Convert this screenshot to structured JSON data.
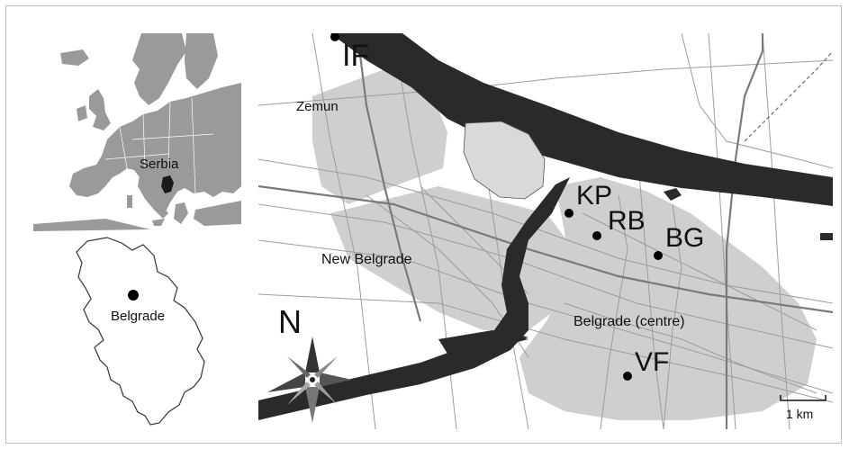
{
  "europe_map": {
    "country_label": "Serbia",
    "colors": {
      "land": "#9a9a9a",
      "sea": "#ffffff",
      "highlight": "#1a1a1a"
    }
  },
  "serbia_map": {
    "city_label": "Belgrade",
    "colors": {
      "land": "#ffffff",
      "border": "#333333",
      "marker": "#000000"
    }
  },
  "city_map": {
    "districts": {
      "zemun": "Zemun",
      "new_belgrade": "New Belgrade",
      "centre": "Belgrade (centre)"
    },
    "sites": [
      {
        "code": "IF"
      },
      {
        "code": "KP"
      },
      {
        "code": "RB"
      },
      {
        "code": "BG"
      },
      {
        "code": "VF"
      }
    ],
    "north_label": "N",
    "scale_label": "1 km",
    "colors": {
      "river": "#2a2a2a",
      "urban": "#cfcfcf",
      "roads": "#9c9c9c",
      "island": "#d9d9d9"
    }
  }
}
